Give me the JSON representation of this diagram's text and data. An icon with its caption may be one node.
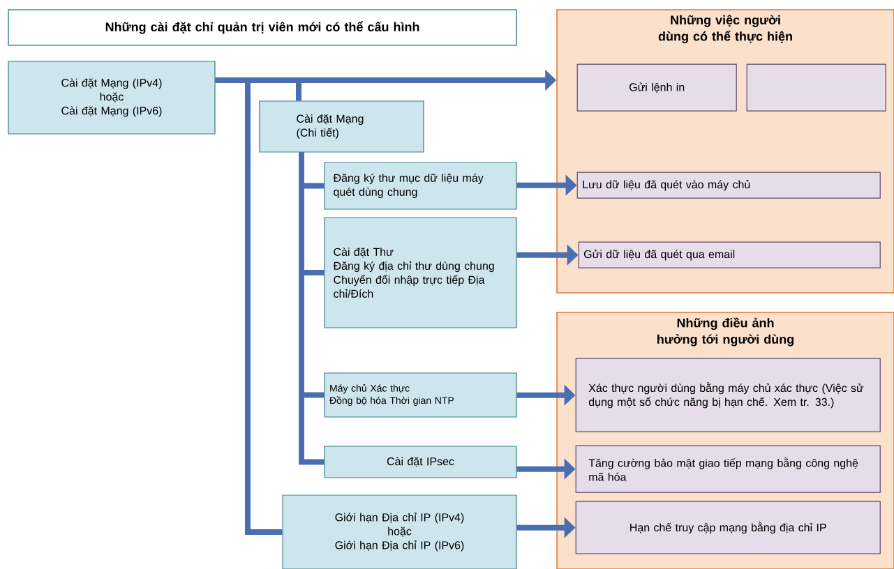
{
  "diagram": {
    "nodes": [
      {
        "text": [
          "Những cài đặt chỉ quản trị viên mới có thể cấu hình"
        ]
      },
      {
        "text": [
          "Những việc người dùng có thể thực hiện"
        ]
      },
      {
        "text": [
          "Gửi lệnh in"
        ],
        "in": 1
      },
      {
        "text": [],
        "shape": "box",
        "in": 1
      },
      {
        "text": [
          "Lưu dữ liệu đã quét vào máy chủ"
        ],
        "in": 1
      },
      {
        "text": [
          "Gửi dữ liệu đã quét qua email"
        ],
        "in": 1
      },
      {
        "text": [
          "Những điều ảnh hưởng tới người dùng"
        ]
      },
      {
        "text": [
          "Xác thực người dùng bằng máy chủ xác thực (Việc sử dụng một số chức năng bị hạn chế. Xem tr. 33.)"
        ],
        "in": 6
      },
      {
        "text": [
          "Tăng cường bảo mật giao tiếp mạng bằng công nghệ mã hóa"
        ],
        "in": 6
      },
      {
        "text": [
          "Hạn chế truy cập mạng bằng địa chỉ IP"
        ],
        "in": 6
      },
      {
        "text": [
          "Cài đặt Mạng (IPv4)",
          "hoặc",
          "Cài đặt Mạng (IPv6)"
        ]
      },
      {
        "text": [
          "Cài đặt Mạng (Chi tiết)"
        ]
      },
      {
        "text": [
          "Đăng ký thư mục dữ liệu máy quét dùng chung"
        ]
      },
      {
        "text": [
          "Cài đặt Thư",
          "Đăng ký địa chỉ thư dùng chung",
          "Chuyển đổi nhập trực tiếp Địa chỉ/Đích"
        ]
      },
      {
        "text": [
          "Máy chủ Xác thực",
          "Đồng bộ hóa Thời gian NTP"
        ]
      },
      {
        "text": [
          "Cài đặt IPsec"
        ]
      },
      {
        "text": [
          "Giới hạn Địa chỉ IP (IPv4)",
          "hoặc",
          "Giới hạn Địa chỉ IP (IPv6)"
        ]
      }
    ],
    "edges": [
      {
        "from": 10,
        "to": 1,
        "arrow": "to"
      },
      {
        "from": 10,
        "to": 11,
        "arrow": "none"
      },
      {
        "from": 10,
        "to": 16,
        "arrow": "none"
      },
      {
        "from": 11,
        "to": 12,
        "arrow": "none"
      },
      {
        "from": 11,
        "to": 13,
        "arrow": "none"
      },
      {
        "from": 11,
        "to": 14,
        "arrow": "none"
      },
      {
        "from": 11,
        "to": 15,
        "arrow": "none"
      },
      {
        "from": 12,
        "to": 4,
        "arrow": "to"
      },
      {
        "from": 13,
        "to": 5,
        "arrow": "to"
      },
      {
        "from": 14,
        "to": 7,
        "arrow": "to"
      },
      {
        "from": 15,
        "to": 8,
        "arrow": "to"
      },
      {
        "from": 16,
        "to": 9,
        "arrow": "to"
      }
    ]
  }
}
